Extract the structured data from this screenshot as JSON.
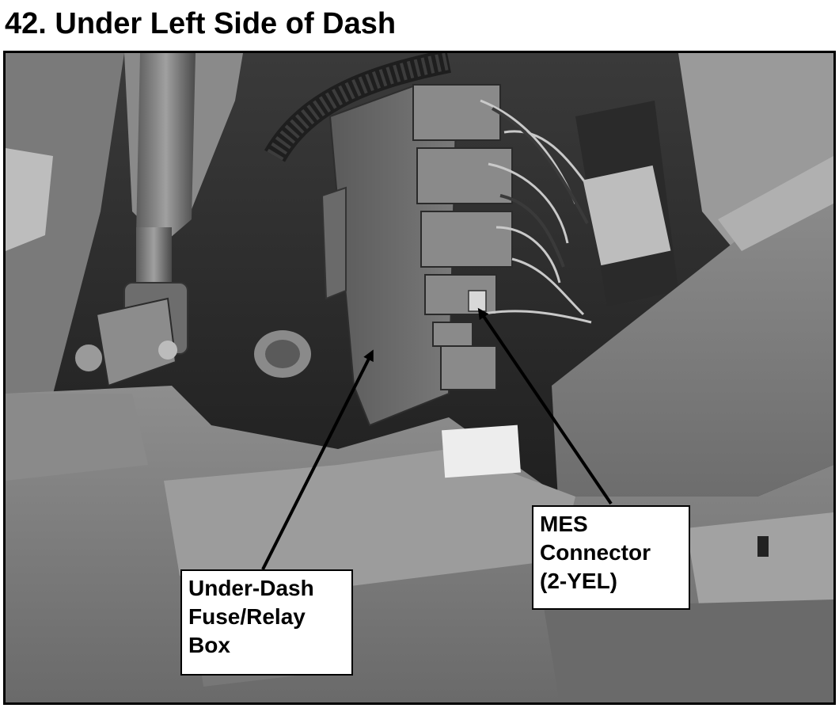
{
  "title": "42. Under Left Side of Dash",
  "callouts": {
    "fuse_box": {
      "lines": [
        "Under-Dash",
        "Fuse/Relay",
        "Box"
      ]
    },
    "mes_connector": {
      "lines": [
        "MES",
        "Connector",
        "(2-YEL)"
      ]
    }
  },
  "colors": {
    "border": "#000000",
    "callout_bg": "#ffffff"
  }
}
